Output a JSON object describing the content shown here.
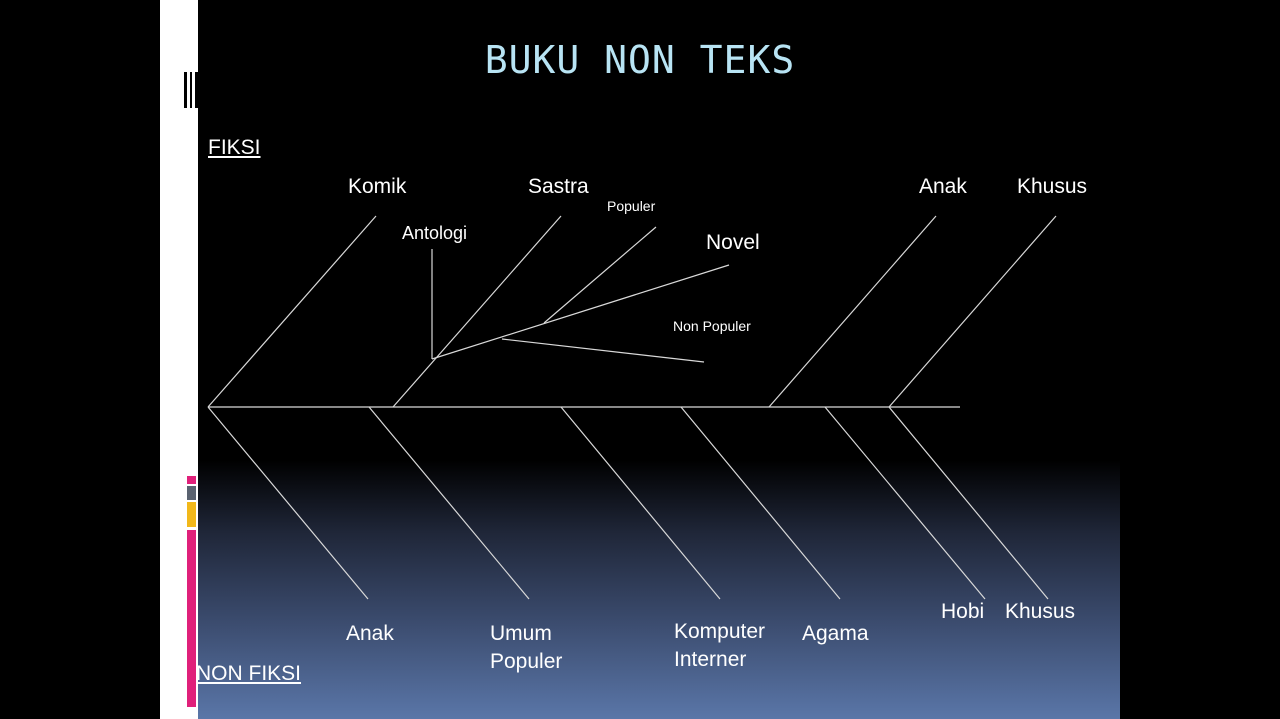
{
  "title": "BUKU NON TEKS",
  "sections": {
    "fiksi": "FIKSI",
    "non_fiksi": "NON FIKSI"
  },
  "fiksi_branches": {
    "komik": "Komik",
    "sastra": "Sastra",
    "anak": "Anak",
    "khusus": "Khusus",
    "antologi": "Antologi",
    "populer": "Populer",
    "novel": "Novel",
    "non_populer": "Non Populer"
  },
  "non_fiksi_branches": {
    "anak": "Anak",
    "umum_populer": "Umum\nPopuler",
    "komputer_interner": "Komputer\nInterner",
    "agama": "Agama",
    "hobi": "Hobi",
    "khusus": "Khusus"
  },
  "colors": {
    "title": "#b8e4f4",
    "line": "#d9d9d9",
    "text": "#ffffff",
    "accent_pink": "#e0207a",
    "accent_gray": "#5a6270",
    "accent_yellow": "#f2b81a"
  }
}
